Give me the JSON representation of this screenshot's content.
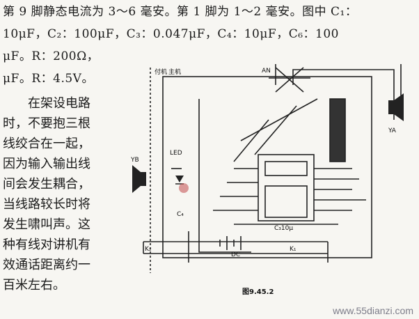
{
  "text_lines": [
    "第 9 脚静态电流为 3～6 毫安。第 1 脚为 1～2 毫安。图中 C₁：",
    "10μF，C₂：100μF，C₃：0.047μF，C₄：10μF，C₆：100",
    "μF。R：200Ω，",
    "μF。R：4.5V。"
  ],
  "column_lines": [
    "　　在架设电路",
    "时，不要抱三根",
    "线绞合在一起，",
    "因为输入输出线",
    "间会发生耦合，",
    "当线路较长时将",
    "发生啸叫声。这",
    "种有线对讲机有",
    "效通话距离约一",
    "百米左右。"
  ],
  "figure": {
    "label_sub": "付机",
    "label_main": "主机",
    "label_an": "AN",
    "label_ya": "YA",
    "label_yb": "YB",
    "label_led": "LED",
    "label_k2": "K₂",
    "label_k1": "K₁",
    "label_dc": "DC",
    "label_c4": "C₄",
    "label_c3": "C₃10μ",
    "label_ic": "",
    "caption": "图9.45.2"
  },
  "watermark": "www.55dianzi.com"
}
